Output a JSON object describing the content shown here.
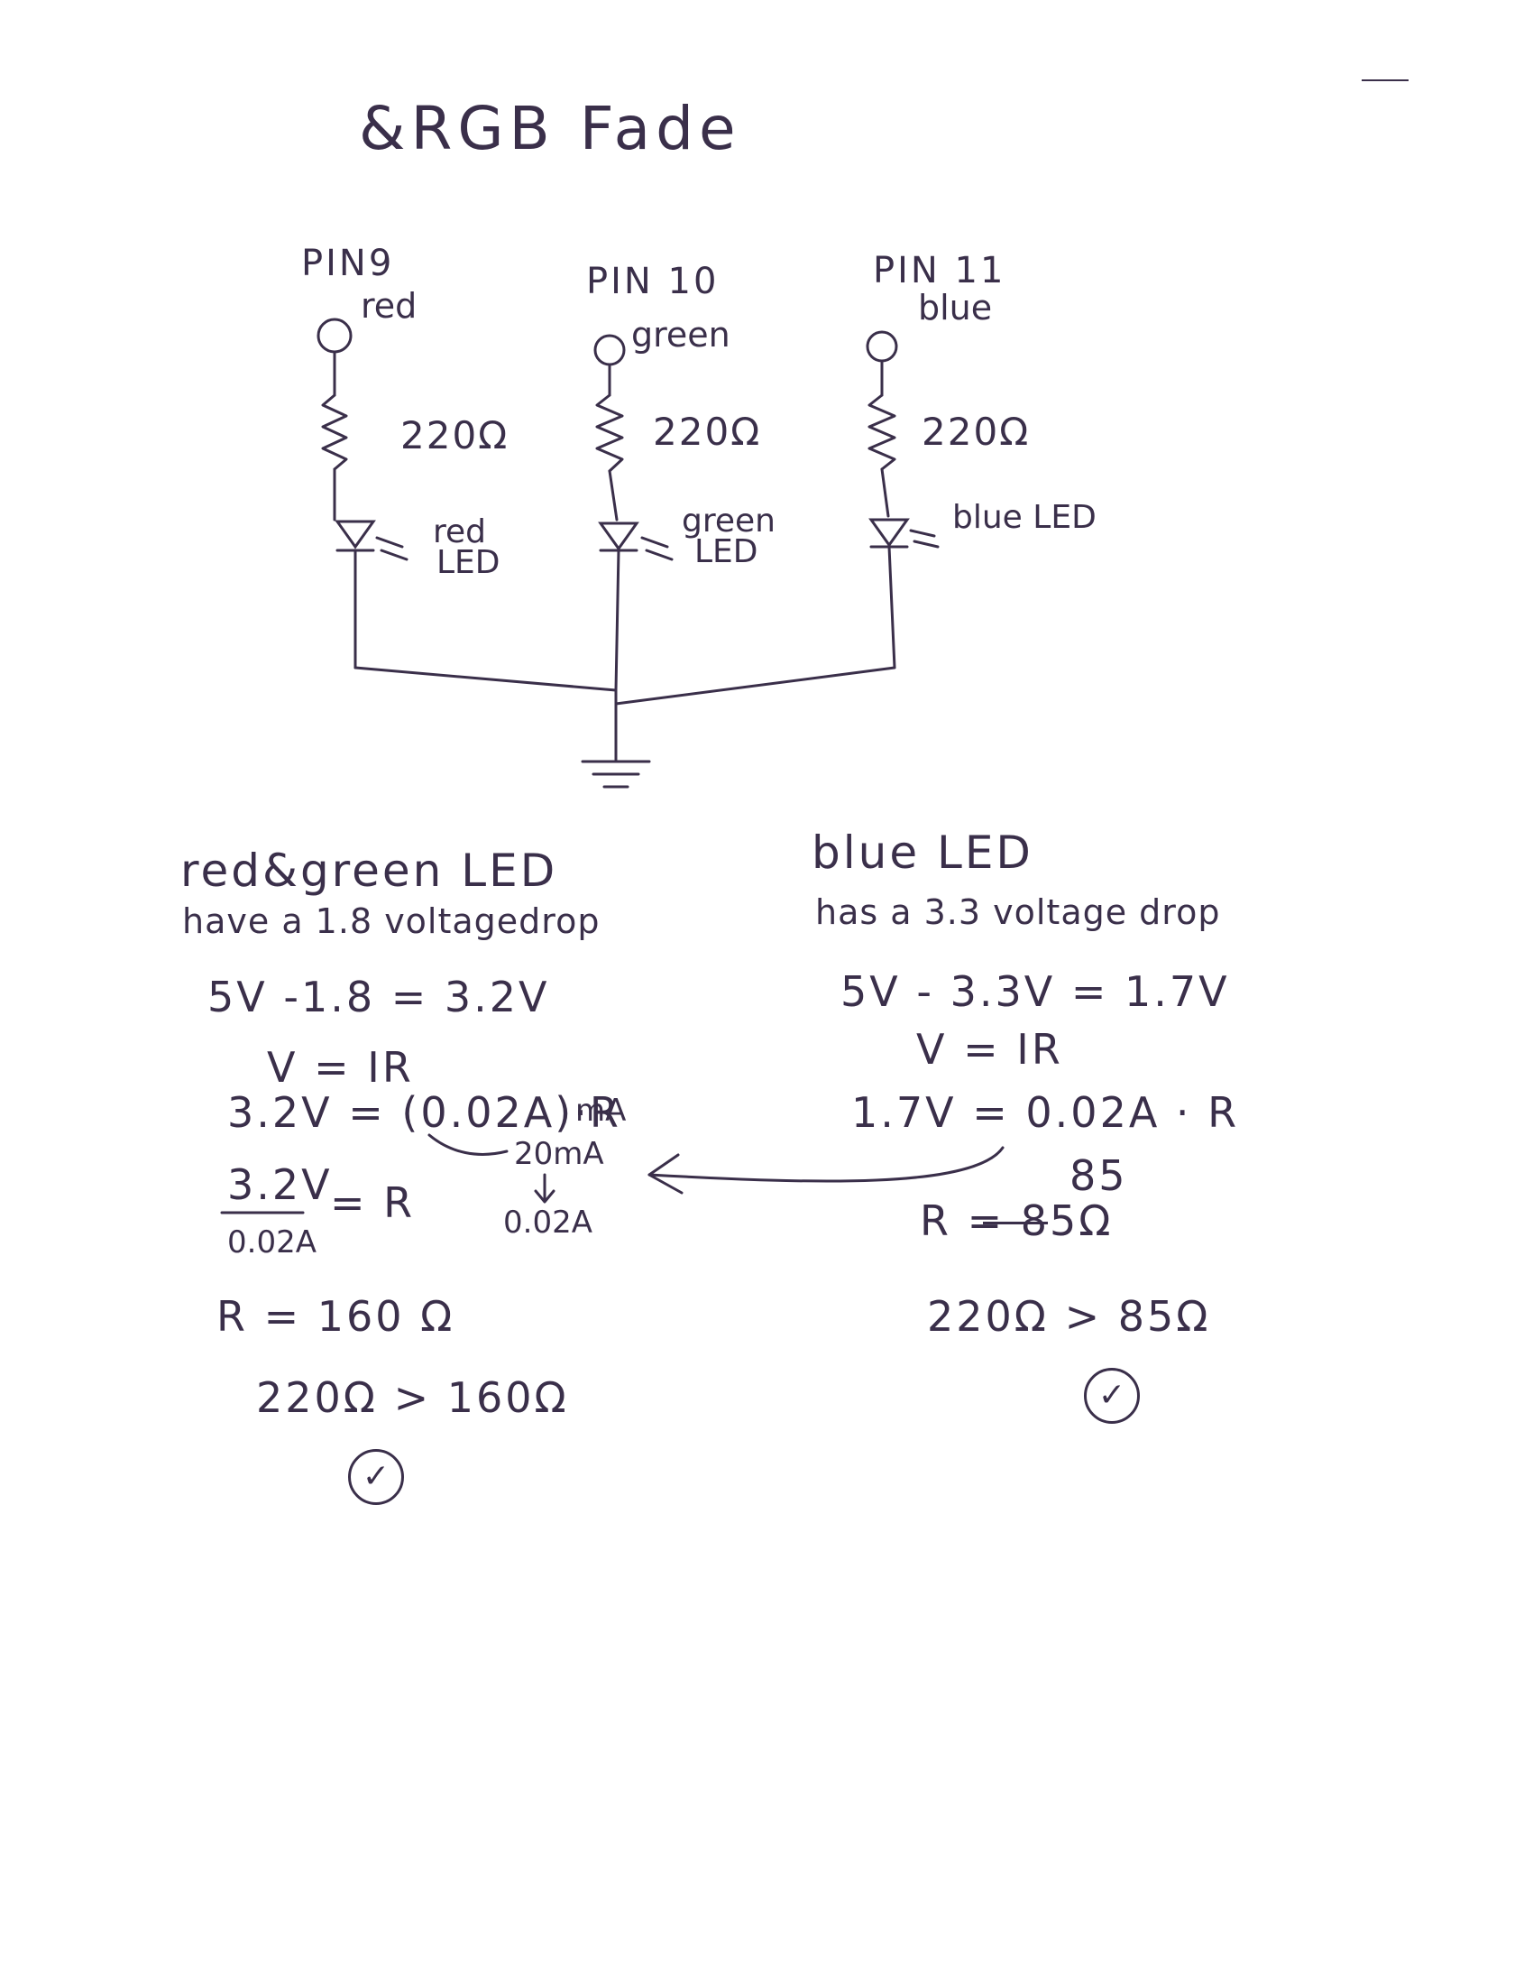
{
  "title": "&RGB Fade",
  "channels": [
    {
      "pin": "PIN9",
      "color": "red",
      "resistor": "220Ω",
      "led": [
        "red",
        "LED"
      ]
    },
    {
      "pin": "PIN 10",
      "color": "green",
      "resistor": "220Ω",
      "led": [
        "green",
        "LED"
      ]
    },
    {
      "pin": "PIN 11",
      "color": "blue",
      "resistor": "220Ω",
      "led": [
        "blue LED"
      ]
    }
  ],
  "left_calc": {
    "heading": "red&green LED",
    "subheading": "have a 1.8 voltagedrop",
    "lines": [
      "5V -1.8 = 3.2V",
      "V = IR",
      "3.2V = (0.02A)·R",
      "R = 160 Ω",
      "220Ω > 160Ω"
    ],
    "fraction_num": "3.2V",
    "fraction_den": "0.02A",
    "fraction_rhs": "= R",
    "unit_note": "mA",
    "conv_from": "20mA",
    "conv_to": "0.02A",
    "check": "✓"
  },
  "right_calc": {
    "heading": "blue LED",
    "subheading": "has a 3.3 voltage drop",
    "lines": [
      "5V - 3.3V = 1.7V",
      "V = IR",
      "1.7V = 0.02A · R",
      "R = 85Ω",
      "220Ω > 85Ω"
    ],
    "correction": "85",
    "check": "✓"
  },
  "colors": {
    "ink": "#3a2f4a",
    "paper": "#ffffff"
  }
}
